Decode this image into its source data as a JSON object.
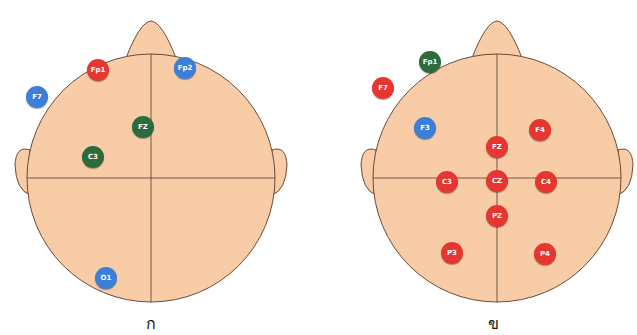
{
  "diagram": {
    "nodes": [
      {
        "text": [
          "Fp1"
        ]
      },
      {
        "text": [
          "Fp2"
        ]
      },
      {
        "text": [
          "F7"
        ]
      },
      {
        "text": [
          "FZ"
        ]
      },
      {
        "text": [
          "C3"
        ]
      },
      {
        "text": [
          "O1"
        ]
      },
      {
        "text": [
          "Fp1"
        ]
      },
      {
        "text": [
          "F7"
        ]
      },
      {
        "text": [
          "F3"
        ]
      },
      {
        "text": [
          "F4"
        ]
      },
      {
        "text": [
          "FZ"
        ]
      },
      {
        "text": [
          "C3"
        ]
      },
      {
        "text": [
          "CZ"
        ]
      },
      {
        "text": [
          "C4"
        ]
      },
      {
        "text": [
          "PZ"
        ]
      },
      {
        "text": [
          "P3"
        ]
      },
      {
        "text": [
          "P4"
        ]
      }
    ],
    "labels": [
      "ก",
      "ข"
    ]
  }
}
